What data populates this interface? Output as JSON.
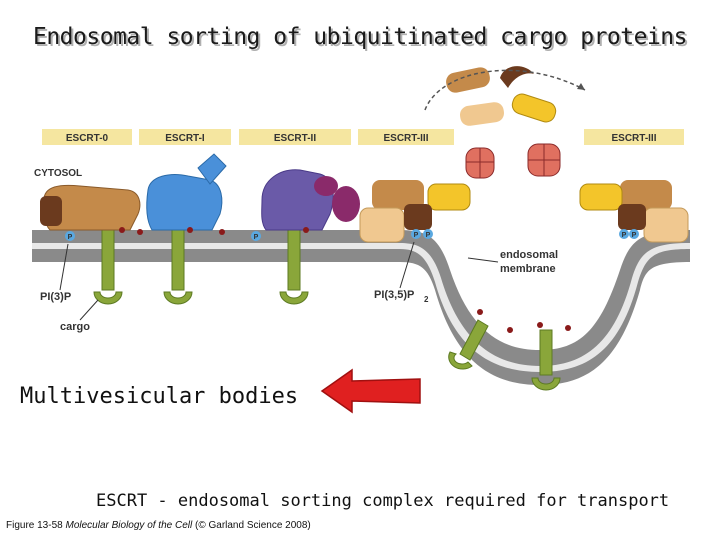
{
  "title": "Endosomal sorting of ubiquitinated cargo proteins",
  "escrt_labels": [
    "ESCRT-0",
    "ESCRT-I",
    "ESCRT-II",
    "ESCRT-III",
    "ESCRT-III"
  ],
  "labels": {
    "cytosol": "CYTOSOL",
    "endosomal_membrane_1": "endosomal",
    "endosomal_membrane_2": "membrane",
    "pi3p": "PI(3)P",
    "pi35p2": "PI(3,5)P",
    "pi35p2_sub": "2",
    "cargo": "cargo",
    "phosphate": "P"
  },
  "callout": "Multivesicular bodies",
  "definition": "ESCRT - endosomal sorting complex required for transport",
  "caption": {
    "fig": "Figure 13-58",
    "book": "Molecular Biology of the Cell",
    "credit": "(© Garland Science 2008)"
  },
  "colors": {
    "escrt_bar": "#f5e6a0",
    "membrane": "#8a8a8a",
    "cargo": "#8aa63a",
    "escrt0": "#c48a4a",
    "escrt1": "#4a90d9",
    "escrt2": "#6a5aa8",
    "escrt3_yellow": "#f3c52a",
    "escrt3_brown": "#6b3a1e",
    "arrow": "#e02020"
  }
}
